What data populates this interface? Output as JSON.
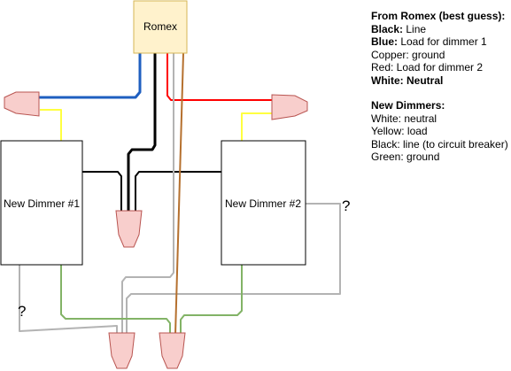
{
  "romex": {
    "label": "Romex"
  },
  "dimmers": [
    {
      "label": "New Dimmer #1"
    },
    {
      "label": "New Dimmer #2"
    }
  ],
  "unknowns": {
    "left": "?",
    "right": "?"
  },
  "legend": {
    "romex_title": "From Romex (best guess):",
    "romex_items": [
      {
        "key": "Black:",
        "value": " Line"
      },
      {
        "key": "Blue:",
        "value": "  Load for dimmer 1"
      },
      {
        "text": "Copper: ground"
      },
      {
        "text": "Red: Load for dimmer 2"
      },
      {
        "strong": "White: Neutral"
      }
    ],
    "dimmer_title": "New Dimmers:",
    "dimmer_items": [
      "White: neutral",
      "Yellow: load",
      "Black: line (to circuit breaker)",
      "Green: ground"
    ]
  },
  "colors": {
    "black": "#000000",
    "blue": "#1f5fc0",
    "red": "#ff0000",
    "copper": "#b5702e",
    "gray": "#b3b3b3",
    "yellow": "#ffff40",
    "green": "#82b366",
    "romex_fill": "#fff2cc",
    "romex_stroke": "#d6b656",
    "wirenut_fill": "#f8cecc",
    "wirenut_stroke": "#b85450"
  }
}
